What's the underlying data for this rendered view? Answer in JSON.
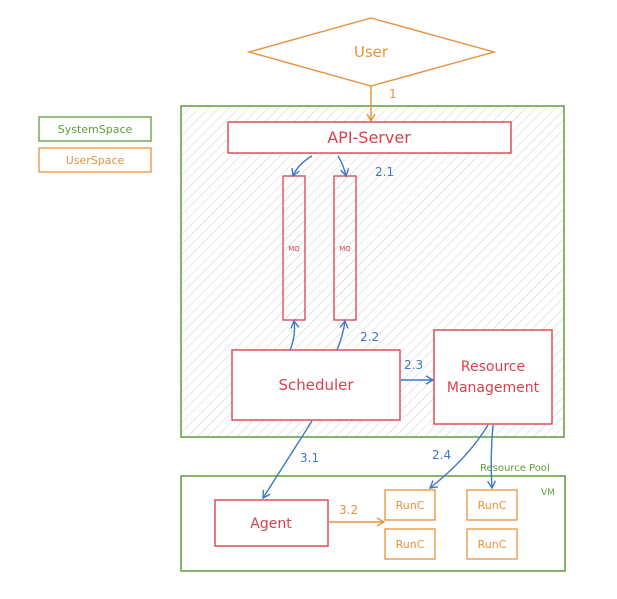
{
  "colors": {
    "system": "#5e9e3e",
    "user": "#e8913a",
    "red": "#d9414d",
    "blue": "#3f78c4",
    "hatch": "#c9c9c9"
  },
  "legend": {
    "system_space": "SystemSpace",
    "user_space": "UserSpace"
  },
  "nodes": {
    "user": "User",
    "api_server": "API-Server",
    "mq1": "MQ",
    "mq2": "MQ",
    "scheduler": "Scheduler",
    "resource_management_line1": "Resource",
    "resource_management_line2": "Management",
    "agent": "Agent",
    "runc1": "RunC",
    "runc2": "RunC",
    "runc3": "RunC",
    "runc4": "RunC"
  },
  "groups": {
    "vm": "VM",
    "resource_pool": "Resource Pool"
  },
  "edges": {
    "e1": "1",
    "e2_1": "2.1",
    "e2_2": "2.2",
    "e2_3": "2.3",
    "e2_4": "2.4",
    "e3_1": "3.1",
    "e3_2": "3.2"
  }
}
